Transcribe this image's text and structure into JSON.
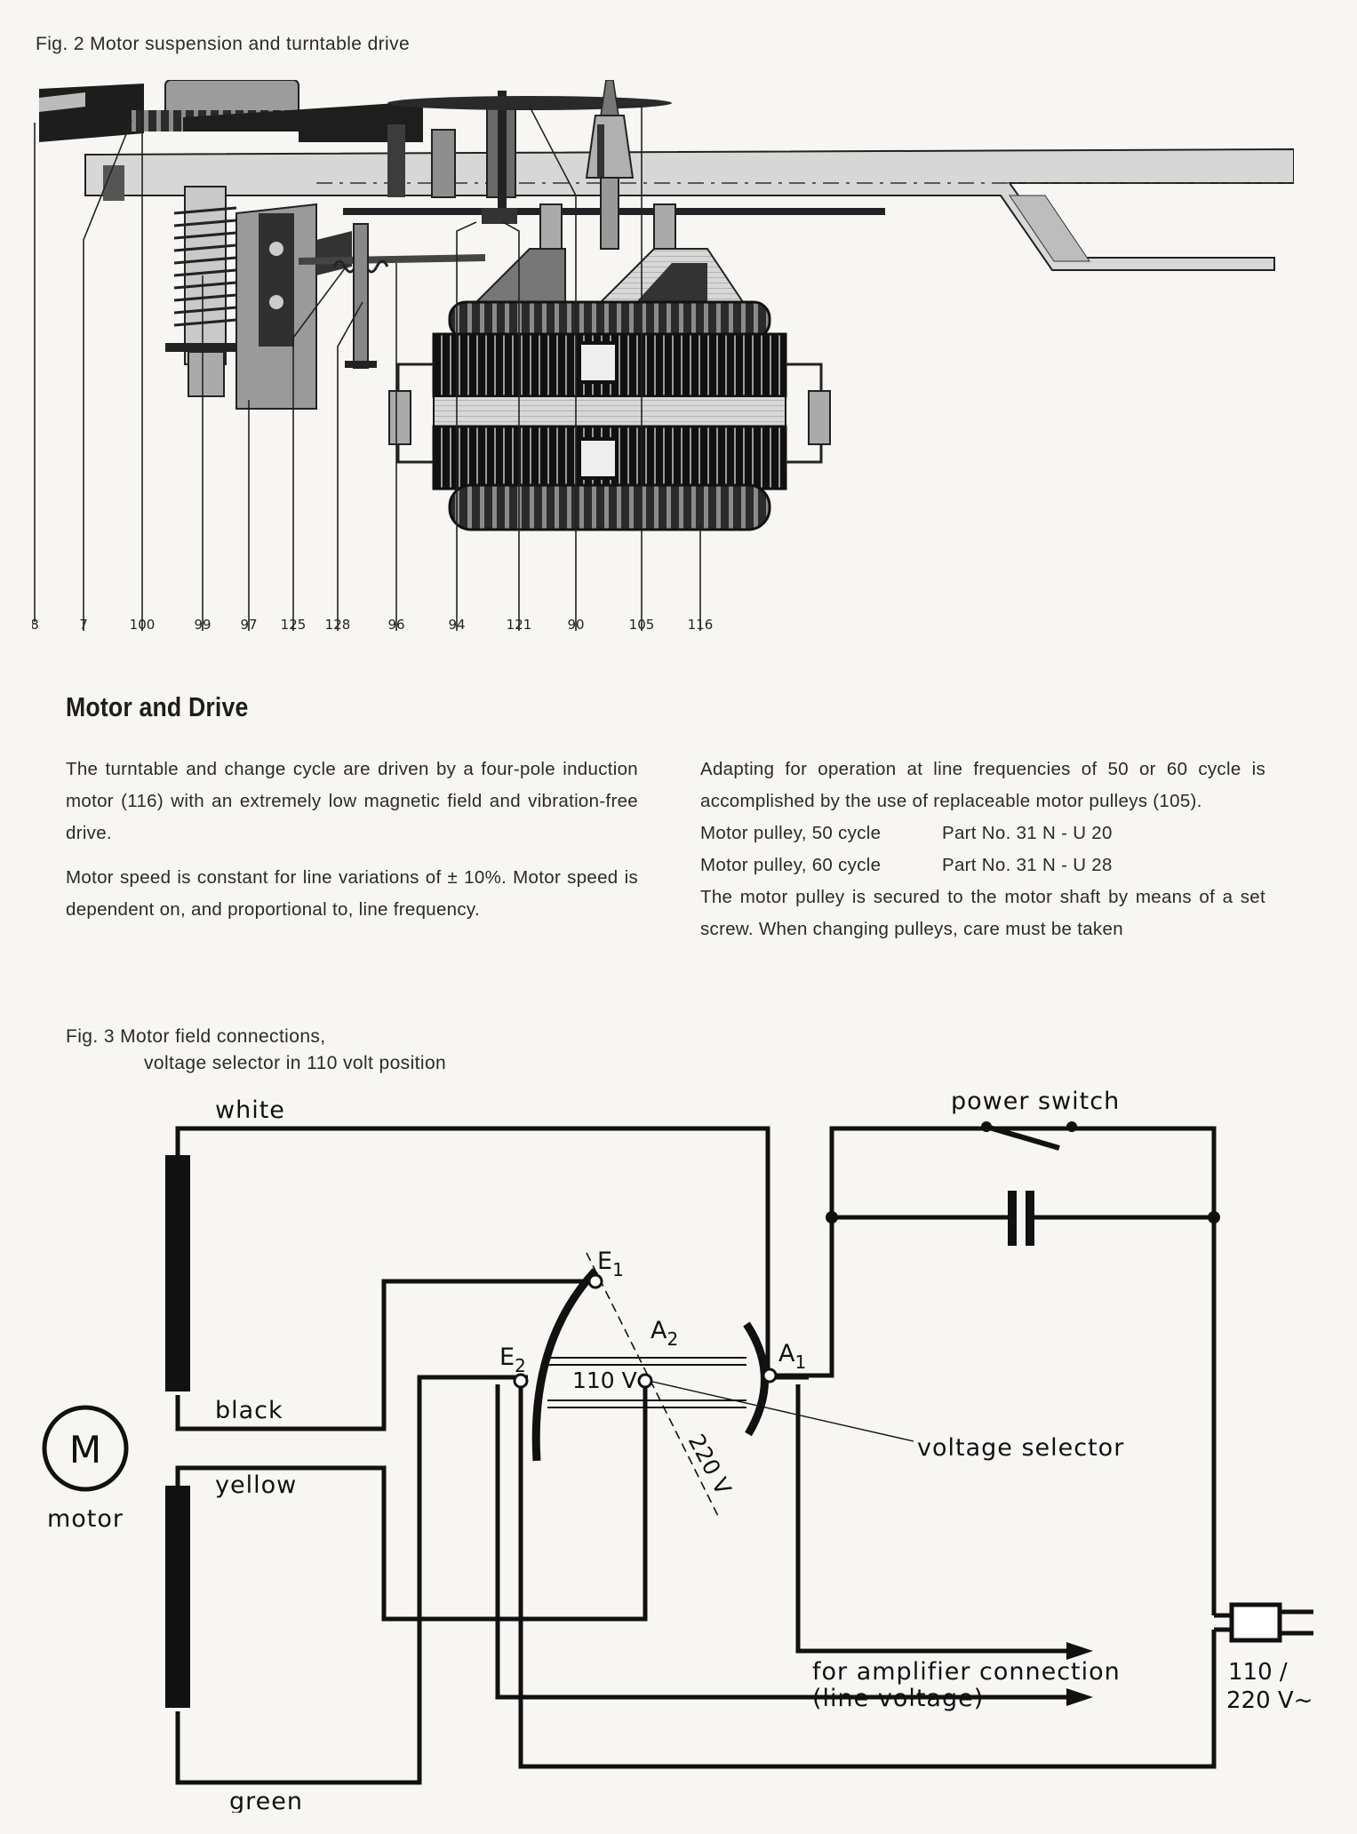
{
  "fig2": {
    "caption": "Fig. 2   Motor suspension and turntable drive",
    "callouts": [
      "8",
      "7",
      "100",
      "99",
      "97",
      "125",
      "128",
      "96",
      "94",
      "121",
      "90",
      "105",
      "116"
    ]
  },
  "section": {
    "heading": "Motor and Drive",
    "col1": {
      "p1": "The turntable and change cycle are driven by a four-pole induction motor (116) with an extremely low magnetic field and vibration-free drive.",
      "p2": "Motor speed is constant for line variations of ± 10%. Motor speed is dependent on, and proportional to, line frequency."
    },
    "col2": {
      "p1": "Adapting for operation at line frequencies of 50 or 60 cycle is accomplished by the use of replaceable motor pulleys (105).",
      "parts": [
        {
          "label": "Motor pulley, 50 cycle",
          "part": "Part No. 31 N - U 20"
        },
        {
          "label": "Motor pulley, 60 cycle",
          "part": "Part No. 31 N - U 28"
        }
      ],
      "p2": "The motor pulley is secured to the motor shaft by means of a set screw. When changing pulleys, care must be taken"
    }
  },
  "fig3": {
    "caption_line1": "Fig. 3   Motor field connections,",
    "caption_line2": "voltage selector in 110 volt position",
    "labels": {
      "white": "white",
      "black": "black",
      "yellow": "yellow",
      "green": "green",
      "motor_symbol": "M",
      "motor": "motor",
      "power_switch": "power  switch",
      "voltage_selector": "voltage  selector",
      "amp_line1": "for  amplifier  connection",
      "amp_line2": "(line  voltage)",
      "plug_line1": "110 /",
      "plug_line2": "220 V~",
      "v110": "110 V",
      "v220": "220 V",
      "E": "E",
      "A": "A",
      "sub1": "1",
      "sub2": "2"
    }
  }
}
